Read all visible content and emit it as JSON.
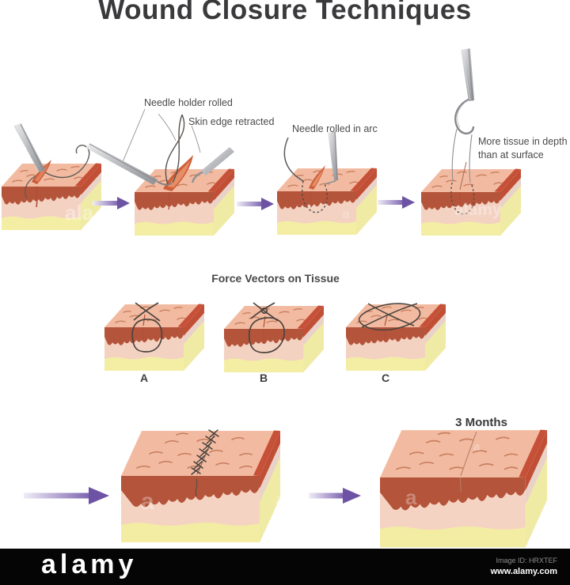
{
  "title": "Wound Closure Techniques",
  "step_labels": {
    "needle_holder": "Needle holder rolled",
    "skin_edge": "Skin edge retracted",
    "needle_arc": "Needle rolled in arc",
    "more_tissue_line1": "More tissue in depth",
    "more_tissue_line2": "than at surface"
  },
  "force_section": {
    "heading": "Force Vectors on Tissue",
    "block_labels": [
      "A",
      "B",
      "C"
    ]
  },
  "healing": {
    "time_label": "3 Months"
  },
  "watermark": {
    "logo": "alamy",
    "image_id": "Image ID: HRXTEF",
    "url": "www.alamy.com",
    "overlay_ala": "ala",
    "overlay_alamy": "alamy",
    "overlay_a": "a"
  },
  "colors": {
    "arrow_purple": "#6E53A4",
    "skin_top": "#F2BBA1",
    "dermis_red": "#B4543A",
    "fat_yellow": "#F2EDA2",
    "title_text": "#3A3A3C"
  }
}
